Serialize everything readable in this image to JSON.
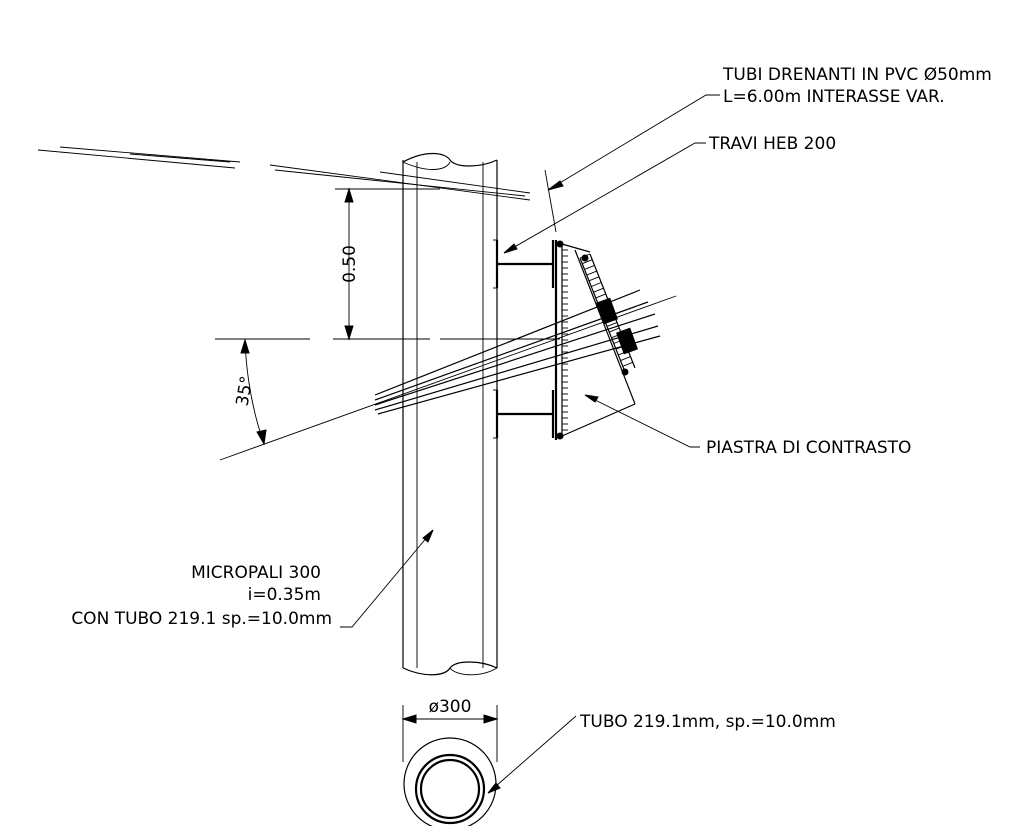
{
  "labels": {
    "drain_pipes_line1": "TUBI DRENANTI IN PVC Ø50mm",
    "drain_pipes_line2": "L=6.00m  INTERASSE VAR.",
    "beams": "TRAVI  HEB  200",
    "plate": "PIASTRA  DI  CONTRASTO",
    "micropile_line1": "MICROPALI 300",
    "micropile_line2": "i=0.35m",
    "micropile_line3": "CON TUBO 219.1 sp.=10.0mm",
    "tube_section": "TUBO  219.1mm,  sp.=10.0mm"
  },
  "dimensions": {
    "height": "0.50",
    "angle": "35°",
    "diameter": "ø300"
  }
}
